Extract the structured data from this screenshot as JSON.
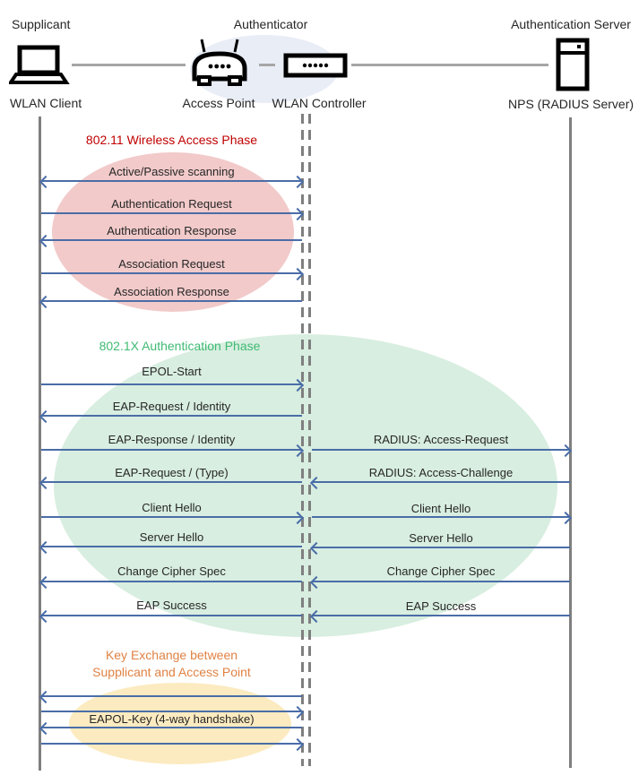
{
  "diagram": {
    "roles": {
      "supplicant": "Supplicant",
      "authenticator": "Authenticator",
      "auth_server": "Authentication Server"
    },
    "nodes": {
      "client": "WLAN Client",
      "access_point": "Access Point",
      "controller": "WLAN Controller",
      "nps": "NPS (RADIUS Server)"
    },
    "phases": [
      {
        "title": "802.11 Wireless Access Phase",
        "title_color": "#C00000",
        "ellipse_color": "#F2CACA",
        "messages": [
          {
            "label": "Active/Passive scanning",
            "direction": "both",
            "from": "WLAN Client",
            "to": "WLAN Controller"
          },
          {
            "label": "Authentication Request",
            "direction": "right",
            "from": "WLAN Client",
            "to": "WLAN Controller"
          },
          {
            "label": "Authentication Response",
            "direction": "left",
            "from": "WLAN Controller",
            "to": "WLAN Client"
          },
          {
            "label": "Association Request",
            "direction": "right",
            "from": "WLAN Client",
            "to": "WLAN Controller"
          },
          {
            "label": "Association Response",
            "direction": "left",
            "from": "WLAN Controller",
            "to": "WLAN Client"
          }
        ]
      },
      {
        "title": "802.1X Authentication Phase",
        "title_color": "#3FBA73",
        "ellipse_color": "#D8EEE0",
        "messages": [
          {
            "label": "EPOL-Start",
            "direction": "right",
            "from": "WLAN Client",
            "to": "WLAN Controller"
          },
          {
            "label": "EAP-Request / Identity",
            "direction": "left",
            "from": "WLAN Controller",
            "to": "WLAN Client"
          },
          {
            "label": "EAP-Response / Identity",
            "direction": "right",
            "from": "WLAN Client",
            "to": "WLAN Controller"
          },
          {
            "label": "RADIUS: Access-Request",
            "direction": "right",
            "from": "WLAN Controller",
            "to": "NPS (RADIUS Server)"
          },
          {
            "label": "EAP-Request / (Type)",
            "direction": "left",
            "from": "WLAN Controller",
            "to": "WLAN Client"
          },
          {
            "label": "RADIUS: Access-Challenge",
            "direction": "left",
            "from": "NPS (RADIUS Server)",
            "to": "WLAN Controller"
          },
          {
            "label": "Client Hello",
            "direction": "right",
            "from": "WLAN Client",
            "to": "WLAN Controller"
          },
          {
            "label": "Client Hello",
            "direction": "right",
            "from": "WLAN Controller",
            "to": "NPS (RADIUS Server)"
          },
          {
            "label": "Server Hello",
            "direction": "left",
            "from": "WLAN Controller",
            "to": "WLAN Client"
          },
          {
            "label": "Server Hello",
            "direction": "left",
            "from": "NPS (RADIUS Server)",
            "to": "WLAN Controller"
          },
          {
            "label": "Change Cipher Spec",
            "direction": "left",
            "from": "WLAN Controller",
            "to": "WLAN Client"
          },
          {
            "label": "Change Cipher Spec",
            "direction": "left",
            "from": "NPS (RADIUS Server)",
            "to": "WLAN Controller"
          },
          {
            "label": "EAP Success",
            "direction": "left",
            "from": "WLAN Controller",
            "to": "WLAN Client"
          },
          {
            "label": "EAP Success",
            "direction": "left",
            "from": "NPS (RADIUS Server)",
            "to": "WLAN Controller"
          }
        ]
      },
      {
        "title_line1": "Key Exchange between",
        "title_line2": "Supplicant and Access Point",
        "title_color": "#E08244",
        "ellipse_color": "#FCEBC0",
        "messages": [
          {
            "label": "",
            "direction": "left",
            "from": "WLAN Controller",
            "to": "WLAN Client"
          },
          {
            "label": "",
            "direction": "right",
            "from": "WLAN Client",
            "to": "WLAN Controller"
          },
          {
            "label": "EAPOL-Key (4-way handshake)",
            "direction": "left",
            "from": "WLAN Controller",
            "to": "WLAN Client"
          },
          {
            "label": "",
            "direction": "right",
            "from": "WLAN Client",
            "to": "WLAN Controller"
          }
        ]
      }
    ],
    "colors": {
      "arrow": "#4A6DA7",
      "lifeline": "#7F7F7F",
      "connector": "#A6A6A6",
      "authenticator_ellipse": "#E9EDF6"
    }
  }
}
